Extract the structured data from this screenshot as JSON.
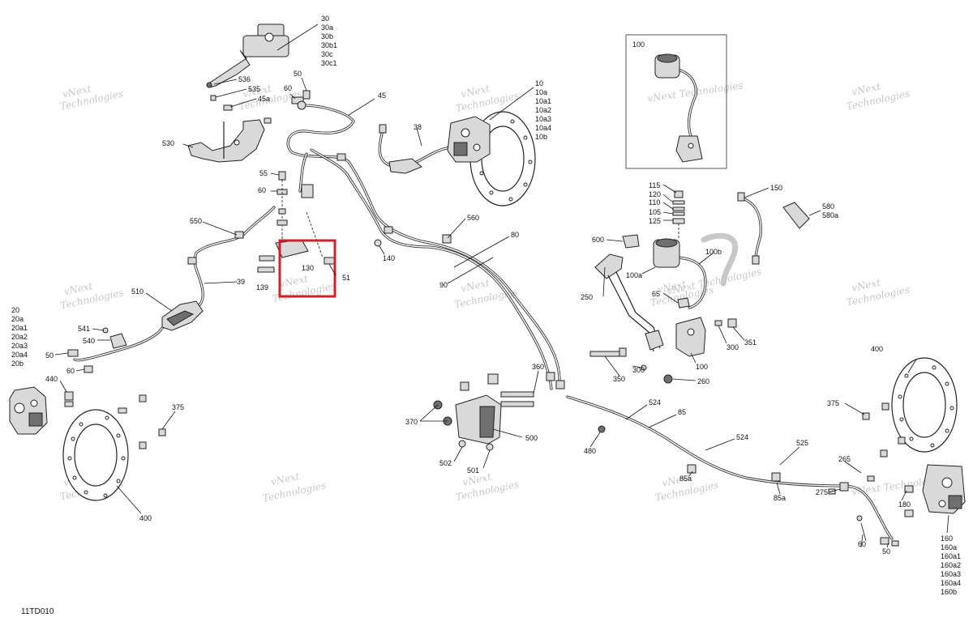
{
  "diagram": {
    "reference": "11TD010",
    "watermark_line1": "vNext",
    "watermark_line2": "Technologies",
    "watermark_inline": "vNext Technologies",
    "highlight_color": "#d0202a",
    "callouts": {
      "c30": [
        "30",
        "30a",
        "30b",
        "30b1",
        "30c",
        "30c1"
      ],
      "c10": [
        "10",
        "10a",
        "10a1",
        "10a2",
        "10a3",
        "10a4",
        "10b"
      ],
      "c20": [
        "20",
        "20a",
        "20a1",
        "20a2",
        "20a3",
        "20a4",
        "20b"
      ],
      "c160": [
        "160",
        "160a",
        "160a1",
        "160a2",
        "160a3",
        "160a4",
        "160b"
      ],
      "l50_top": "50",
      "l536": "536",
      "l535": "535",
      "l45a": "45a",
      "l60_top": "60",
      "l45": "45",
      "l530": "530",
      "l38": "38",
      "l55": "55",
      "l60_mid": "60",
      "l550": "550",
      "l560": "560",
      "l80": "80",
      "l140": "140",
      "l130": "130",
      "l51": "51",
      "l139": "139",
      "l39": "39",
      "l90": "90",
      "l510": "510",
      "l541": "541",
      "l540": "540",
      "l50_left": "50",
      "l60_left": "60",
      "l440": "440",
      "l375_left": "375",
      "l400_left": "400",
      "l100_box": "100",
      "l115": "115",
      "l120": "120",
      "l110": "110",
      "l105": "105",
      "l125": "125",
      "l150": "150",
      "l580": "580",
      "l580a": "580a",
      "l600": "600",
      "l100b": "100b",
      "l100a": "100a",
      "l65": "65",
      "l250": "250",
      "l300_a": "300",
      "l351": "351",
      "l100": "100",
      "l300_b": "300",
      "l350": "350",
      "l260": "260",
      "l360": "360",
      "l370": "370",
      "l500": "500",
      "l502": "502",
      "l501": "501",
      "l480": "480",
      "l524_a": "524",
      "l85": "85",
      "l524_b": "524",
      "l525": "525",
      "l85a_left": "85a",
      "l85a_right": "85a",
      "l265": "265",
      "l275": "275",
      "l180": "180",
      "l60_right": "60",
      "l50_right": "50",
      "l400_right": "400",
      "l375_right": "375"
    }
  }
}
